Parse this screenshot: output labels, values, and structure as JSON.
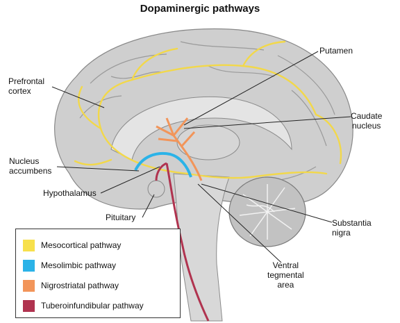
{
  "title": "Dopaminergic pathways",
  "labels": {
    "putamen": "Putamen",
    "prefrontal": "Prefrontal\ncortex",
    "caudate": "Caudate\nnucleus",
    "accumbens": "Nucleus\naccumbens",
    "hypothalamus": "Hypothalamus",
    "pituitary": "Pituitary",
    "substantia": "Substantia\nnigra",
    "vta": "Ventral\ntegmental\narea"
  },
  "legend": [
    {
      "label": "Mesocortical pathway",
      "color": "#f7e04b"
    },
    {
      "label": "Mesolimbic pathway",
      "color": "#2bb3e8"
    },
    {
      "label": "Nigrostriatal pathway",
      "color": "#f2955a"
    },
    {
      "label": "Tuberoinfundibular pathway",
      "color": "#b0334f"
    }
  ],
  "colors": {
    "mesocortical": "#f2d84a",
    "mesolimbic": "#2bb3e8",
    "nigrostriatal": "#f2955a",
    "tuberoinfundibular": "#b0334f"
  }
}
